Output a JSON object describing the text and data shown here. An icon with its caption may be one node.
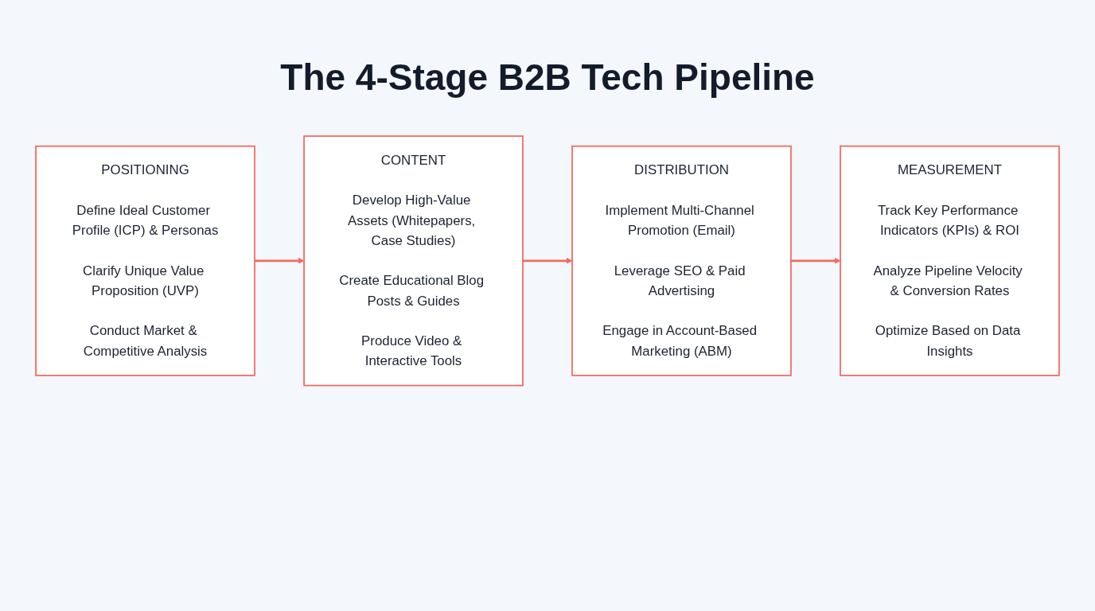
{
  "diagram": {
    "title": "The 4-Stage B2B Tech Pipeline",
    "nodes": [
      {
        "text": [
          "POSITIONING",
          "Define Ideal Customer Profile (ICP) & Personas",
          "Clarify Unique Value Proposition (UVP)",
          "Conduct Market & Competitive Analysis"
        ]
      },
      {
        "text": [
          "CONTENT",
          "Develop High-Value Assets (Whitepapers, Case Studies)",
          "Create Educational Blog Posts & Guides",
          "Produce Video & Interactive Tools"
        ]
      },
      {
        "text": [
          "DISTRIBUTION",
          "Implement Multi-Channel Promotion (Email)",
          "Leverage SEO & Paid Advertising",
          "Engage in Account-Based Marketing (ABM)"
        ]
      },
      {
        "text": [
          "MEASUREMENT",
          "Track Key Performance Indicators (KPIs) & ROI",
          "Analyze Pipeline Velocity & Conversion Rates",
          "Optimize Based on Data Insights"
        ]
      }
    ],
    "edges": [
      {
        "from": 0,
        "to": 1,
        "arrow": "to"
      },
      {
        "from": 1,
        "to": 2,
        "arrow": "to"
      },
      {
        "from": 2,
        "to": 3,
        "arrow": "to"
      }
    ]
  }
}
